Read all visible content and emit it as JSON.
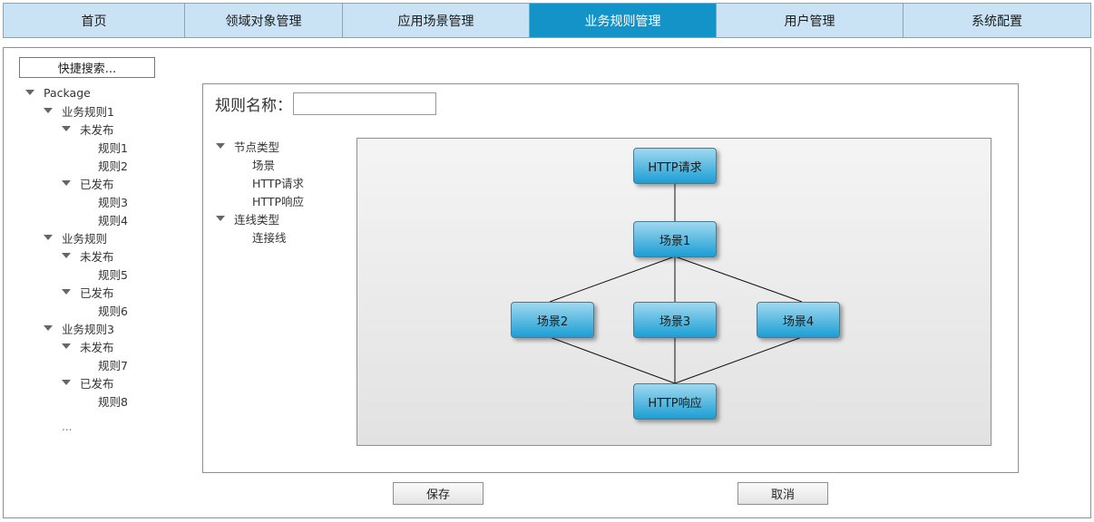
{
  "nav": {
    "tabs": [
      {
        "label": "首页",
        "active": false
      },
      {
        "label": "领域对象管理",
        "active": false
      },
      {
        "label": "应用场景管理",
        "active": false
      },
      {
        "label": "业务规则管理",
        "active": true
      },
      {
        "label": "用户管理",
        "active": false
      },
      {
        "label": "系统配置",
        "active": false
      }
    ],
    "active_color": "#1493c9",
    "bar_color": "#c9e3f5"
  },
  "sidebar": {
    "quick_search_label": "快捷搜索...",
    "tree": {
      "root": "Package",
      "rules": [
        {
          "label": "业务规则1",
          "groups": [
            {
              "label": "未发布",
              "items": [
                "规则1",
                "规则2"
              ]
            },
            {
              "label": "已发布",
              "items": [
                "规则3",
                "规则4"
              ]
            }
          ]
        },
        {
          "label": "业务规则",
          "groups": [
            {
              "label": "未发布",
              "items": [
                "规则5"
              ]
            },
            {
              "label": "已发布",
              "items": [
                "规则6"
              ]
            }
          ]
        },
        {
          "label": "业务规则3",
          "groups": [
            {
              "label": "未发布",
              "items": [
                "规则7"
              ]
            },
            {
              "label": "已发布",
              "items": [
                "规则8"
              ]
            }
          ]
        }
      ],
      "more": "..."
    }
  },
  "editor": {
    "rule_name_label": "规则名称：",
    "rule_name_value": "",
    "palette": {
      "node_types": {
        "label": "节点类型",
        "items": [
          "场景",
          "HTTP请求",
          "HTTP响应"
        ]
      },
      "edge_types": {
        "label": "连线类型",
        "items": [
          "连接线"
        ]
      }
    },
    "diagram": {
      "nodes": [
        {
          "id": "req",
          "label": "HTTP请求"
        },
        {
          "id": "s1",
          "label": "场景1"
        },
        {
          "id": "s2",
          "label": "场景2"
        },
        {
          "id": "s3",
          "label": "场景3"
        },
        {
          "id": "s4",
          "label": "场景4"
        },
        {
          "id": "resp",
          "label": "HTTP响应"
        }
      ],
      "edges": [
        [
          "req",
          "s1"
        ],
        [
          "s1",
          "s2"
        ],
        [
          "s1",
          "s3"
        ],
        [
          "s1",
          "s4"
        ],
        [
          "s2",
          "resp"
        ],
        [
          "s3",
          "resp"
        ],
        [
          "s4",
          "resp"
        ]
      ],
      "node_color": "#1c9ed4"
    },
    "buttons": {
      "save": "保存",
      "cancel": "取消"
    }
  }
}
